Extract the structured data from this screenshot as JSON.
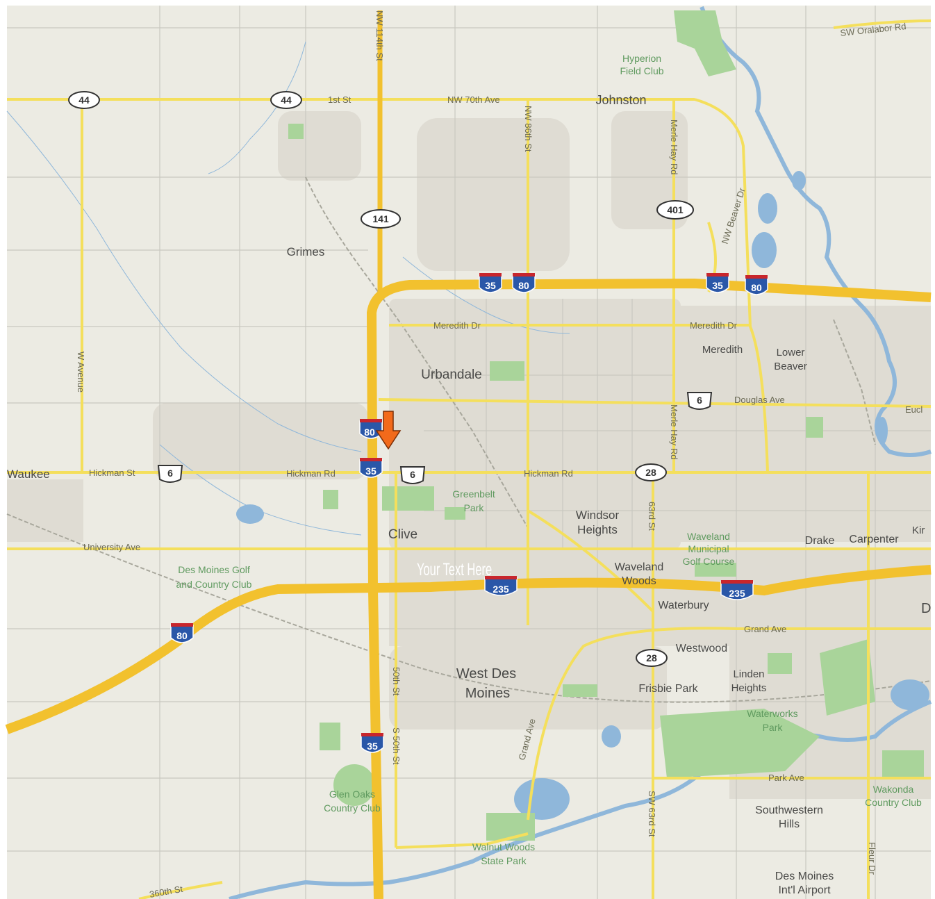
{
  "colors": {
    "land": "#ecebe3",
    "grid": "#c9c8c0",
    "water": "#8fb7da",
    "park": "#a9d49a",
    "urban": "#dfdcd3",
    "highway": "#f2c12e",
    "arterial": "#f4df5c",
    "interstate_shield": "#2a57a8",
    "marker": "#f26a1b"
  },
  "places": {
    "johnston": "Johnston",
    "grimes": "Grimes",
    "urbandale": "Urbandale",
    "meredith": "Meredith",
    "lower": "Lower",
    "beaver": "Beaver",
    "waukee": "Waukee",
    "windsor": "Windsor",
    "heights": "Heights",
    "clive": "Clive",
    "waveland": "Waveland",
    "woods": "Woods",
    "waterbury": "Waterbury",
    "westwood": "Westwood",
    "west_des": "West Des",
    "moines": "Moines",
    "frisbie_park": "Frisbie Park",
    "linden": "Linden",
    "linden_heights": "Heights",
    "drake": "Drake",
    "carpenter": "Carpenter",
    "southwestern": "Southwestern",
    "hills": "Hills",
    "dsm_airport_1": "Des Moines",
    "dsm_airport_2": "Int'l Airport",
    "kir": "Kir",
    "edge_d": "D"
  },
  "parks": {
    "hyperion_1": "Hyperion",
    "hyperion_2": "Field Club",
    "greenbelt_1": "Greenbelt",
    "greenbelt_2": "Park",
    "dsm_golf_1": "Des Moines Golf",
    "dsm_golf_2": "and Country Club",
    "waveland_golf_1": "Waveland",
    "waveland_golf_2": "Municipal",
    "waveland_golf_3": "Golf Course",
    "waterworks_1": "Waterworks",
    "waterworks_2": "Park",
    "glen_oaks_1": "Glen Oaks",
    "glen_oaks_2": "Country Club",
    "walnut_woods_1": "Walnut Woods",
    "walnut_woods_2": "State Park",
    "wakonda_1": "Wakonda",
    "wakonda_2": "Country Club"
  },
  "roads": {
    "nw_114th": "NW 114th St",
    "first_st": "1st St",
    "nw_70th": "NW 70th Ave",
    "nw_86th": "NW 86th St",
    "merle_hay_n": "Merle Hay Rd",
    "merle_hay_s": "Merle Hay Rd",
    "nw_beaver": "NW Beaver Dr",
    "sw_oralabor": "SW Oralabor Rd",
    "meredith_dr_1": "Meredith Dr",
    "meredith_dr_2": "Meredith Dr",
    "douglas": "Douglas Ave",
    "eucl": "Eucl",
    "w_avenue": "W Avenue",
    "hickman_st": "Hickman St",
    "hickman_rd_1": "Hickman Rd",
    "hickman_rd_2": "Hickman Rd",
    "university": "University Ave",
    "grand_ave_1": "Grand Ave",
    "grand_ave_2": "Grand Ave",
    "park_ave": "Park Ave",
    "s63rd": "63rd St",
    "sw63rd": "SW 63rd St",
    "s50th_1": "50th St",
    "s50th_2": "S 50th St",
    "s360th": "360th St",
    "fleur": "Fleur Dr"
  },
  "shields": {
    "sh44a": "44",
    "sh44b": "44",
    "sh141": "141",
    "sh401": "401",
    "sh6a": "6",
    "sh6b": "6",
    "sh6c": "6",
    "sh28a": "28",
    "sh28b": "28",
    "i35a": "35",
    "i80a": "80",
    "i35b": "35",
    "i80b": "80",
    "i80c": "80",
    "i35c": "35",
    "i235a": "235",
    "i235b": "235",
    "i80d": "80",
    "i35d": "35"
  },
  "overlay_text": "Your Text Here"
}
